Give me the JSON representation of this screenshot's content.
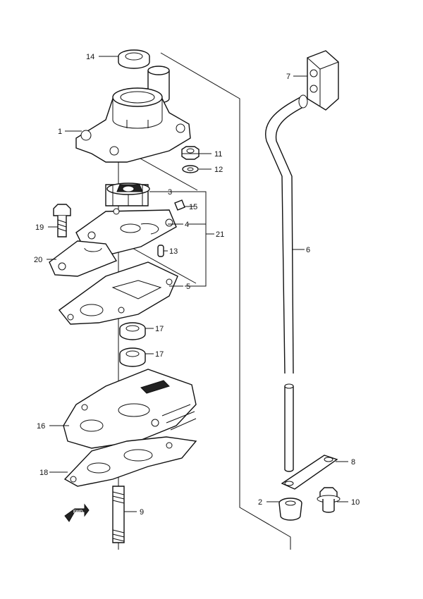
{
  "diagram": {
    "callouts": [
      {
        "id": "1",
        "label": "1"
      },
      {
        "id": "2",
        "label": "2"
      },
      {
        "id": "3",
        "label": "3"
      },
      {
        "id": "4",
        "label": "4"
      },
      {
        "id": "5",
        "label": "5"
      },
      {
        "id": "6",
        "label": "6"
      },
      {
        "id": "7",
        "label": "7"
      },
      {
        "id": "8",
        "label": "8"
      },
      {
        "id": "9",
        "label": "9"
      },
      {
        "id": "10",
        "label": "10"
      },
      {
        "id": "11",
        "label": "11"
      },
      {
        "id": "12",
        "label": "12"
      },
      {
        "id": "13",
        "label": "13"
      },
      {
        "id": "14",
        "label": "14"
      },
      {
        "id": "15",
        "label": "15"
      },
      {
        "id": "16",
        "label": "16"
      },
      {
        "id": "17a",
        "label": "17"
      },
      {
        "id": "17b",
        "label": "17"
      },
      {
        "id": "18",
        "label": "18"
      },
      {
        "id": "19",
        "label": "19"
      },
      {
        "id": "20",
        "label": "20"
      },
      {
        "id": "21",
        "label": "21"
      }
    ],
    "direction_marker": {
      "text": "FWD",
      "icon": "forward-arrow-icon"
    }
  }
}
